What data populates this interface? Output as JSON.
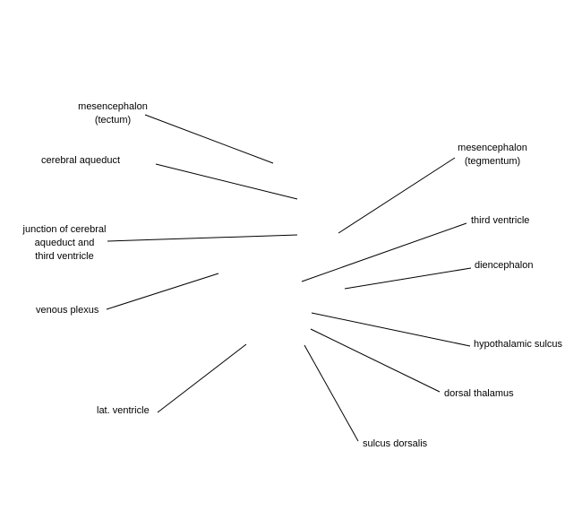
{
  "colors": {
    "background": "#ffffff",
    "line": "#000000",
    "text": "#000000"
  },
  "labels": {
    "mesencephalon_tectum": "mesencephalon\n(tectum)",
    "cerebral_aqueduct": "cerebral aqueduct",
    "junction": "junction of cerebral\naqueduct and\nthird ventricle",
    "venous_plexus": "venous plexus",
    "lat_ventricle": "lat. ventricle",
    "mesencephalon_tegmentum": "mesencephalon\n(tegmentum)",
    "third_ventricle": "third ventricle",
    "diencephalon": "diencephalon",
    "hypothalamic_sulcus": "hypothalamic sulcus",
    "dorsal_thalamus": "dorsal thalamus",
    "sulcus_dorsalis": "sulcus dorsalis"
  }
}
